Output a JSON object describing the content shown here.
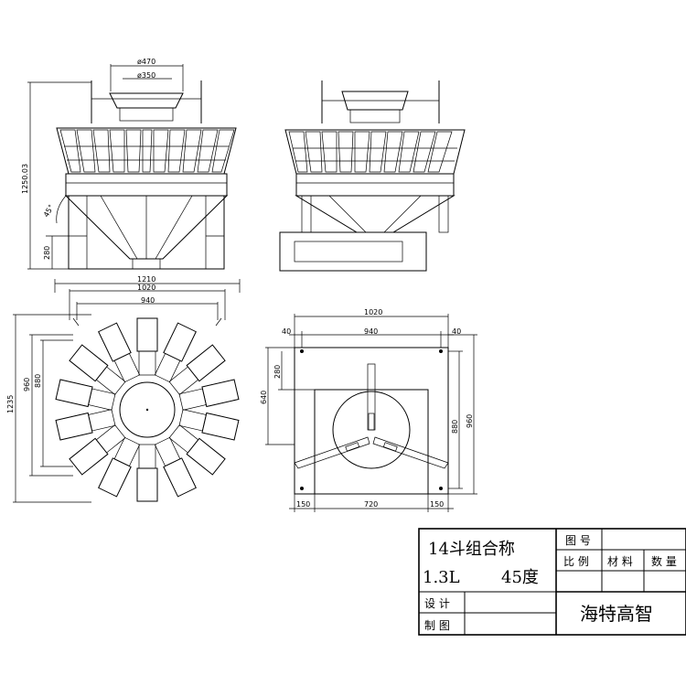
{
  "dimensions": {
    "d470": "ø470",
    "d350": "ø350",
    "h1250": "1250.03",
    "angle": "45°",
    "h280": "280",
    "w1210": "1210",
    "w1020_top": "1020",
    "w940_top": "940",
    "h1235": "1235",
    "h960_left": "960",
    "h880_left": "880",
    "w1020_right": "1020",
    "w40_left": "40",
    "w940_right": "940",
    "w40_right": "40",
    "h640": "640",
    "h280_right": "280",
    "h880_right": "880",
    "h960_right": "960",
    "w150_left": "150",
    "w720": "720",
    "w150_right": "150"
  },
  "title_block": {
    "product_name": "14斗组合称",
    "capacity": "1.3L",
    "angle": "45度",
    "drawing_no_label": "图 号",
    "scale_label": "比 例",
    "material_label": "材 料",
    "quantity_label": "数 量",
    "design_label": "设 计",
    "draw_label": "制 图",
    "company": "海特高智"
  }
}
